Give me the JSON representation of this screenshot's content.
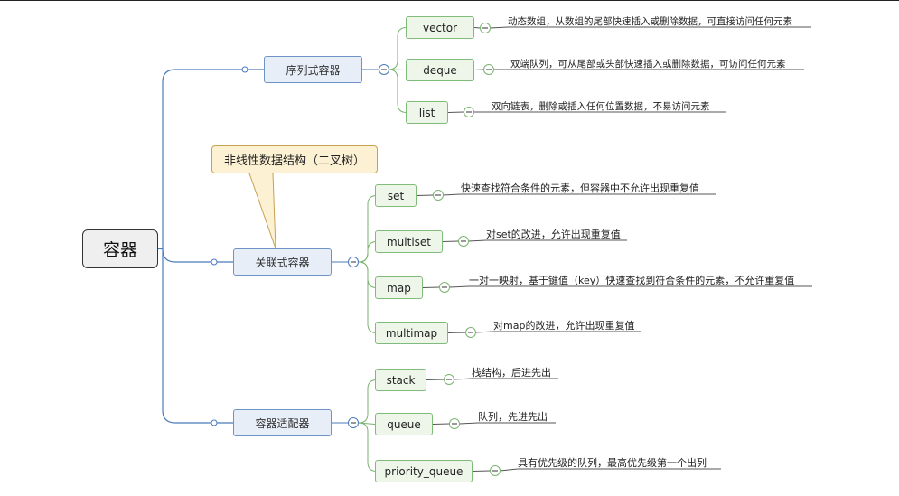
{
  "root": {
    "label": "容器"
  },
  "callout": {
    "label": "非线性数据结构（二叉树）"
  },
  "categories": [
    {
      "label": "序列式容器",
      "items": [
        {
          "label": "vector",
          "desc": "动态数组，从数组的尾部快速插入或删除数据，可直接访问任何元素"
        },
        {
          "label": "deque",
          "desc": "双端队列，可从尾部或头部快速插入或删除数据，可访问任何元素"
        },
        {
          "label": "list",
          "desc": "双向链表，删除或插入任何位置数据，不易访问元素"
        }
      ]
    },
    {
      "label": "关联式容器",
      "items": [
        {
          "label": "set",
          "desc": "快速查找符合条件的元素，但容器中不允许出现重复值"
        },
        {
          "label": "multiset",
          "desc": "对set的改进，允许出现重复值"
        },
        {
          "label": "map",
          "desc": "一对一映射，基于键值（key）快速查找到符合条件的元素，不允许重复值"
        },
        {
          "label": "multimap",
          "desc": "对map的改进，允许出现重复值"
        }
      ]
    },
    {
      "label": "容器适配器",
      "items": [
        {
          "label": "stack",
          "desc": "栈结构，后进先出"
        },
        {
          "label": "queue",
          "desc": "队列，先进先出"
        },
        {
          "label": "priority_queue",
          "desc": "具有优先级的队列，最高优先级第一个出列"
        }
      ]
    }
  ],
  "colors": {
    "category_line": "#4a7bbb",
    "leaf_line": "#7ab36f",
    "callout_border": "#c7a252"
  }
}
